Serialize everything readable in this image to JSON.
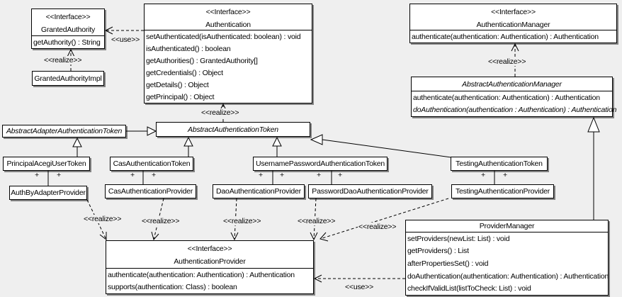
{
  "labels": {
    "use": "<<use>>",
    "realize": "<<realize>>",
    "plus": "+"
  },
  "colors": {
    "background": "#efefef",
    "box_fill": "#ffffff",
    "line": "#000000",
    "shadow_rgba": "rgba(0,0,0,0.45)"
  },
  "classes": {
    "grantedAuthority": {
      "stereotype": "<<Interface>>",
      "name": "GrantedAuthority",
      "methods": [
        "getAuthority() : String"
      ]
    },
    "grantedAuthorityImpl": {
      "name": "GrantedAuthorityImpl"
    },
    "authentication": {
      "stereotype": "<<Interface>>",
      "name": "Authentication",
      "methods": [
        "setAuthenticated(isAuthenticated: boolean) : void",
        "isAuthenticated() : boolean",
        "getAuthorities() : GrantedAuthority[]",
        "getCredentials() : Object",
        "getDetails() : Object",
        "getPrincipal() : Object"
      ]
    },
    "authenticationManager": {
      "stereotype": "<<Interface>>",
      "name": "AuthenticationManager",
      "methods": [
        "authenticate(authentication: Authentication) : Authentication"
      ]
    },
    "abstractAuthenticationManager": {
      "name": "AbstractAuthenticationManager",
      "abstract": true,
      "methods": [
        "authenticate(authentication: Authentication) : Authentication",
        "doAuthentication(authentication : Authentication) : Authentication"
      ]
    },
    "abstractAdapterAuthenticationToken": {
      "name": "AbstractAdapterAuthenticationToken",
      "abstract": true
    },
    "abstractAuthenticationToken": {
      "name": "AbstractAuthenticationToken",
      "abstract": true
    },
    "principalAcegiUserToken": {
      "name": "PrincipalAcegiUserToken"
    },
    "casAuthenticationToken": {
      "name": "CasAuthenticationToken"
    },
    "usernamePasswordAuthenticationToken": {
      "name": "UsernamePasswordAuthenticationToken"
    },
    "testingAuthenticationToken": {
      "name": "TestingAuthenticationToken"
    },
    "authByAdapterProvider": {
      "name": "AuthByAdapterProvider"
    },
    "casAuthenticationProvider": {
      "name": "CasAuthenticationProvider"
    },
    "daoAuthenticationProvider": {
      "name": "DaoAuthenticationProvider"
    },
    "passwordDaoAuthenticationProvider": {
      "name": "PasswordDaoAuthenticationProvider"
    },
    "testingAuthenticationProvider": {
      "name": "TestingAuthenticationProvider"
    },
    "authenticationProvider": {
      "stereotype": "<<Interface>>",
      "name": "AuthenticationProvider",
      "methods": [
        "authenticate(authentication: Authentication) : Authentication",
        "supports(authentication: Class) : boolean"
      ]
    },
    "providerManager": {
      "name": "ProviderManager",
      "methods": [
        "setProviders(newList: List) : void",
        "getProviders() : List",
        "afterPropertiesSet() : void",
        "doAuthentication(authentication: Authentication) : Authentication",
        "checkIfValidList(listToCheck: List) : void"
      ]
    }
  }
}
